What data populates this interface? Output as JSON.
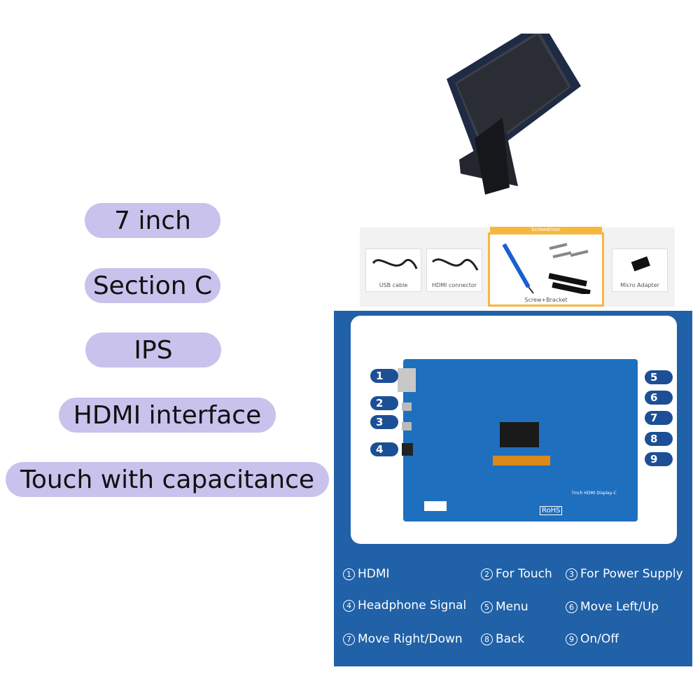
{
  "features": [
    "7 inch",
    "Section C",
    "IPS",
    "HDMI interface",
    "Touch with capacitance"
  ],
  "accessories": {
    "usb_cable": "USB cable",
    "hdmi_connector": "HDMI connector",
    "screwdriver": "Screwdriver",
    "screw_bracket": "Screw+Bracket",
    "micro_adapter": "Micro Adapter"
  },
  "board": {
    "left_badges": [
      "1",
      "2",
      "3",
      "4"
    ],
    "right_badges": [
      "5",
      "6",
      "7",
      "8",
      "9"
    ],
    "silk_rohs": "RoHS",
    "silk_title": "7inch HDMI Display-C"
  },
  "legend": [
    {
      "num": "1",
      "label": "HDMI"
    },
    {
      "num": "2",
      "label": "For Touch"
    },
    {
      "num": "3",
      "label": "For Power Supply"
    },
    {
      "num": "4",
      "label": "Headphone Signal"
    },
    {
      "num": "5",
      "label": "Menu"
    },
    {
      "num": "6",
      "label": "Move Left/Up"
    },
    {
      "num": "7",
      "label": "Move Right/Down"
    },
    {
      "num": "8",
      "label": "Back"
    },
    {
      "num": "9",
      "label": "On/Off"
    }
  ],
  "colors": {
    "pill": "#c9c2ec",
    "panel": "#2061a8",
    "pcb": "#1f6fbf",
    "badge": "#1c4f95"
  }
}
